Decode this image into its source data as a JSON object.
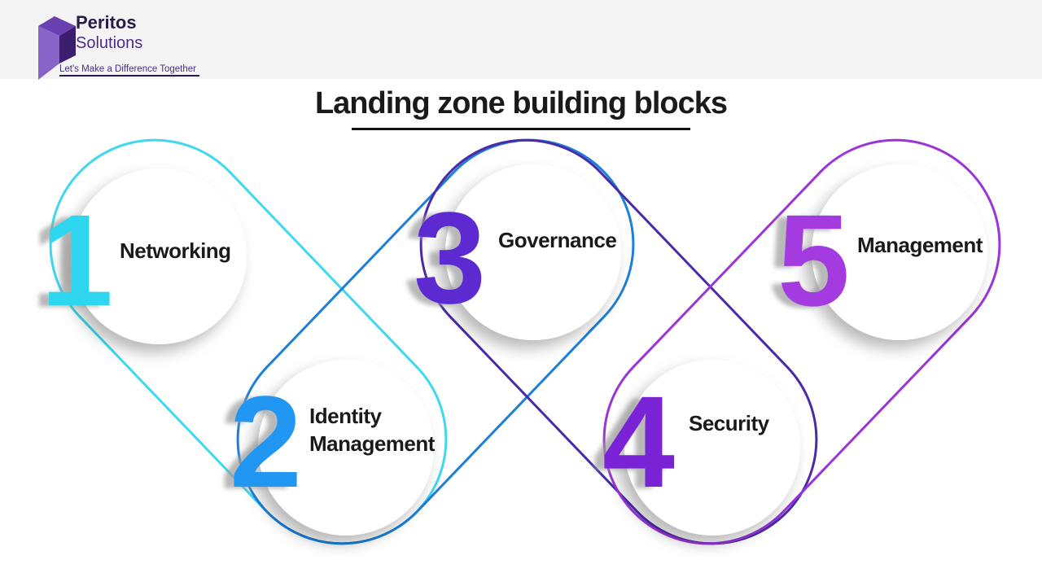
{
  "logo": {
    "name": "Peritos",
    "sub": "Solutions",
    "tagline": "Let's Make a Difference Together"
  },
  "title": "Landing zone building blocks",
  "blocks": [
    {
      "number": "1",
      "label": "Networking",
      "color": "#2fd6f0"
    },
    {
      "number": "2",
      "label": "Identity Management",
      "color": "#2196f3"
    },
    {
      "number": "3",
      "label": "Governance",
      "color": "#5b2bd0"
    },
    {
      "number": "4",
      "label": "Security",
      "color": "#7a22d6"
    },
    {
      "number": "5",
      "label": "Management",
      "color": "#a33be0"
    }
  ]
}
